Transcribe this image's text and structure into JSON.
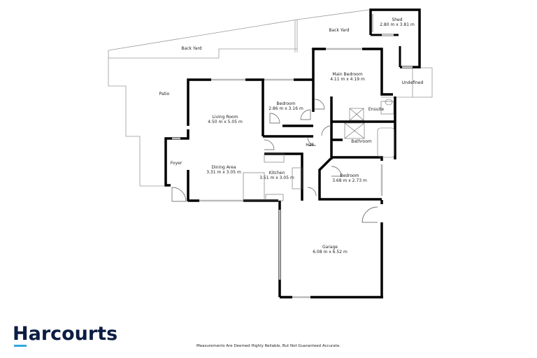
{
  "brand": {
    "name": "Harcourts",
    "text_color": "#0b1d43",
    "accent_color": "#2fa8e0"
  },
  "disclaimer": "Measurements Are Deemed Highly Reliable, But Not Guaranteed Accurate.",
  "rooms": {
    "shed": {
      "name": "Shed",
      "size": "2.80 m x 3.81 m"
    },
    "back_yard_right": {
      "name": "Back Yard"
    },
    "back_yard_left": {
      "name": "Back Yard"
    },
    "main_bedroom": {
      "name": "Main Bedroom",
      "size": "4.11 m x 4.19 m"
    },
    "undefined": {
      "name": "Undefined"
    },
    "patio": {
      "name": "Patio"
    },
    "bedroom_1": {
      "name": "Bedroom",
      "size": "2.86 m x 3.16 m"
    },
    "living_room": {
      "name": "Living Room",
      "size": "4.50 m x 5.05 m"
    },
    "ensuite": {
      "name": "Ensuite"
    },
    "hall": {
      "name": "Hall"
    },
    "bathroom": {
      "name": "Bathroom"
    },
    "foyer": {
      "name": "Foyer"
    },
    "dining_area": {
      "name": "Dining Area",
      "size": "3.31 m x 3.05 m"
    },
    "kitchen": {
      "name": "Kitchen",
      "size": "3.51 m x 3.05 m"
    },
    "bedroom_2": {
      "name": "Bedroom",
      "size": "3.68 m x 2.73 m"
    },
    "garage": {
      "name": "Garage",
      "size": "6.08 m x 6.52 m"
    }
  }
}
